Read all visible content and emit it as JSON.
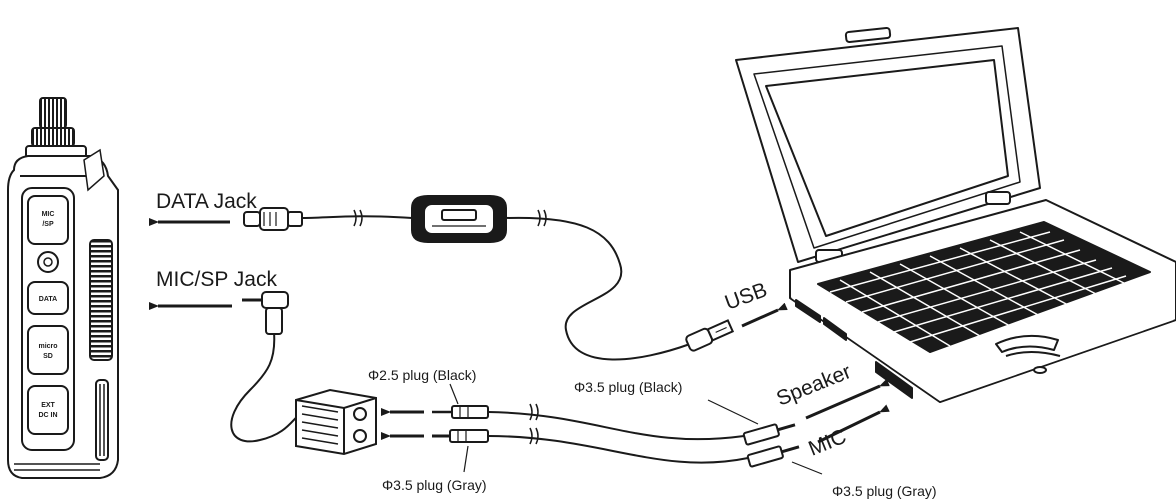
{
  "labels": {
    "data_jack": "DATA Jack",
    "mic_sp_jack": "MIC/SP Jack",
    "usb": "USB",
    "speaker": "Speaker",
    "mic": "MIC",
    "plug_25_black": "Φ2.5 plug (Black)",
    "plug_35_gray_left": "Φ3.5 plug (Gray)",
    "plug_35_black": "Φ3.5 plug (Black)",
    "plug_35_gray_right": "Φ3.5 plug (Gray)"
  },
  "radio_buttons": {
    "mic_sp": [
      "MIC",
      "/SP"
    ],
    "data": "DATA",
    "micro_sd": [
      "micro",
      "SD"
    ],
    "ext_dc": [
      "EXT",
      "DC IN"
    ]
  }
}
